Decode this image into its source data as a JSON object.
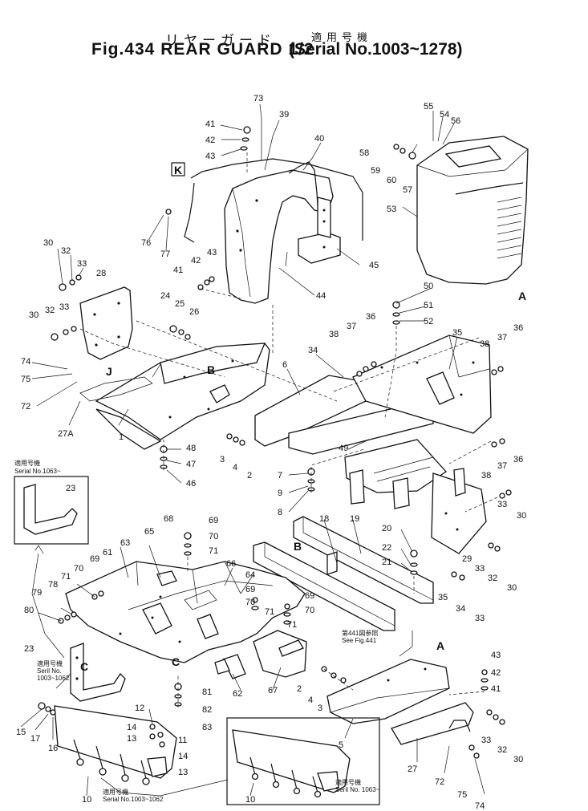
{
  "header": {
    "title_jp": "リヤーガード",
    "title_main": "Fig.434  REAR GUARD 1/2",
    "title_serial_jp": "適用号機",
    "title_serial": "(Serial No.1003~1278)"
  },
  "letters": {
    "K": "K",
    "A": "A",
    "B": "B",
    "C": "C",
    "J": "J"
  },
  "notes": {
    "serial_1063_jp": "適用号機",
    "serial_1063": "Serial No.1063~",
    "serial_1003_1062_jp": "適用号機",
    "serial_1003_1062": "Serial No.1003~1062",
    "serial_1003_1062_a": "Seril No.",
    "serial_1003_1062_b": "1003~1062",
    "serial_1063_b": "Seril No. 1063~",
    "see_fig_jp": "第441図参照",
    "see_fig": "See Fig.441"
  },
  "callouts": {
    "c73": "73",
    "c39": "39",
    "c40": "40",
    "c41a": "41",
    "c42a": "42",
    "c43a": "43",
    "c55": "55",
    "c54": "54",
    "c56": "56",
    "c58a": "58",
    "c59": "59",
    "c60": "60",
    "c57": "57",
    "c53": "53",
    "c76": "76",
    "c77": "77",
    "c42b": "42",
    "c43b": "43",
    "c41b": "41",
    "c45": "45",
    "c44": "44",
    "c30a": "30",
    "c32a": "32",
    "c33a": "33",
    "c28": "28",
    "c30b": "30",
    "c32b": "32",
    "c33b": "33",
    "c50": "50",
    "c51": "51",
    "c52": "52",
    "c24": "24",
    "c25": "25",
    "c26": "26",
    "c36a": "36",
    "c37a": "37",
    "c38a": "38",
    "c35": "35",
    "c38b": "38",
    "c37b": "37",
    "c36b": "36",
    "c74a": "74",
    "c75a": "75",
    "c72a": "72",
    "c27a": "27A",
    "c6": "6",
    "c34a": "34",
    "c49": "49",
    "c48": "48",
    "c47": "47",
    "c46": "46",
    "c3a": "3",
    "c4a": "4",
    "c2a": "2",
    "c7": "7",
    "c9": "9",
    "c8": "8",
    "c23a": "23",
    "c38c": "38",
    "c37c": "37",
    "c36c": "36",
    "c33c": "33",
    "c30c": "30",
    "c68": "68",
    "c69a": "69",
    "c70a": "70",
    "c71a": "71",
    "c18": "18",
    "c19": "19",
    "c20": "20",
    "c22": "22",
    "c21": "21",
    "c29": "29",
    "c33d": "33",
    "c32c": "32",
    "c30d": "30",
    "c63": "63",
    "c65": "65",
    "c66": "66",
    "c64": "64",
    "c70b": "70",
    "c69b": "69",
    "c61": "61",
    "c71b": "71",
    "c78": "78",
    "c79": "79",
    "c80": "80",
    "c69c": "69",
    "c70c": "70",
    "c71c": "71",
    "c69d": "69",
    "c70d": "70",
    "c71d": "71",
    "c35b": "35",
    "c34b": "34",
    "c33e": "33",
    "c23b": "23",
    "c62": "62",
    "c67": "67",
    "c43c": "43",
    "c42c": "42",
    "c41c": "41",
    "c2b": "2",
    "c4b": "4",
    "c3b": "3",
    "c81": "81",
    "c82": "82",
    "c83": "83",
    "c12": "12",
    "c14a": "14",
    "c13a": "13",
    "c11": "11",
    "c14b": "14",
    "c13b": "13",
    "c15": "15",
    "c17": "17",
    "c16": "16",
    "c5": "5",
    "c33f": "33",
    "c32d": "32",
    "c30e": "30",
    "c27": "27",
    "c72b": "72",
    "c75b": "75",
    "c74b": "74",
    "c10a": "10",
    "c10b": "10",
    "c1": "1"
  }
}
